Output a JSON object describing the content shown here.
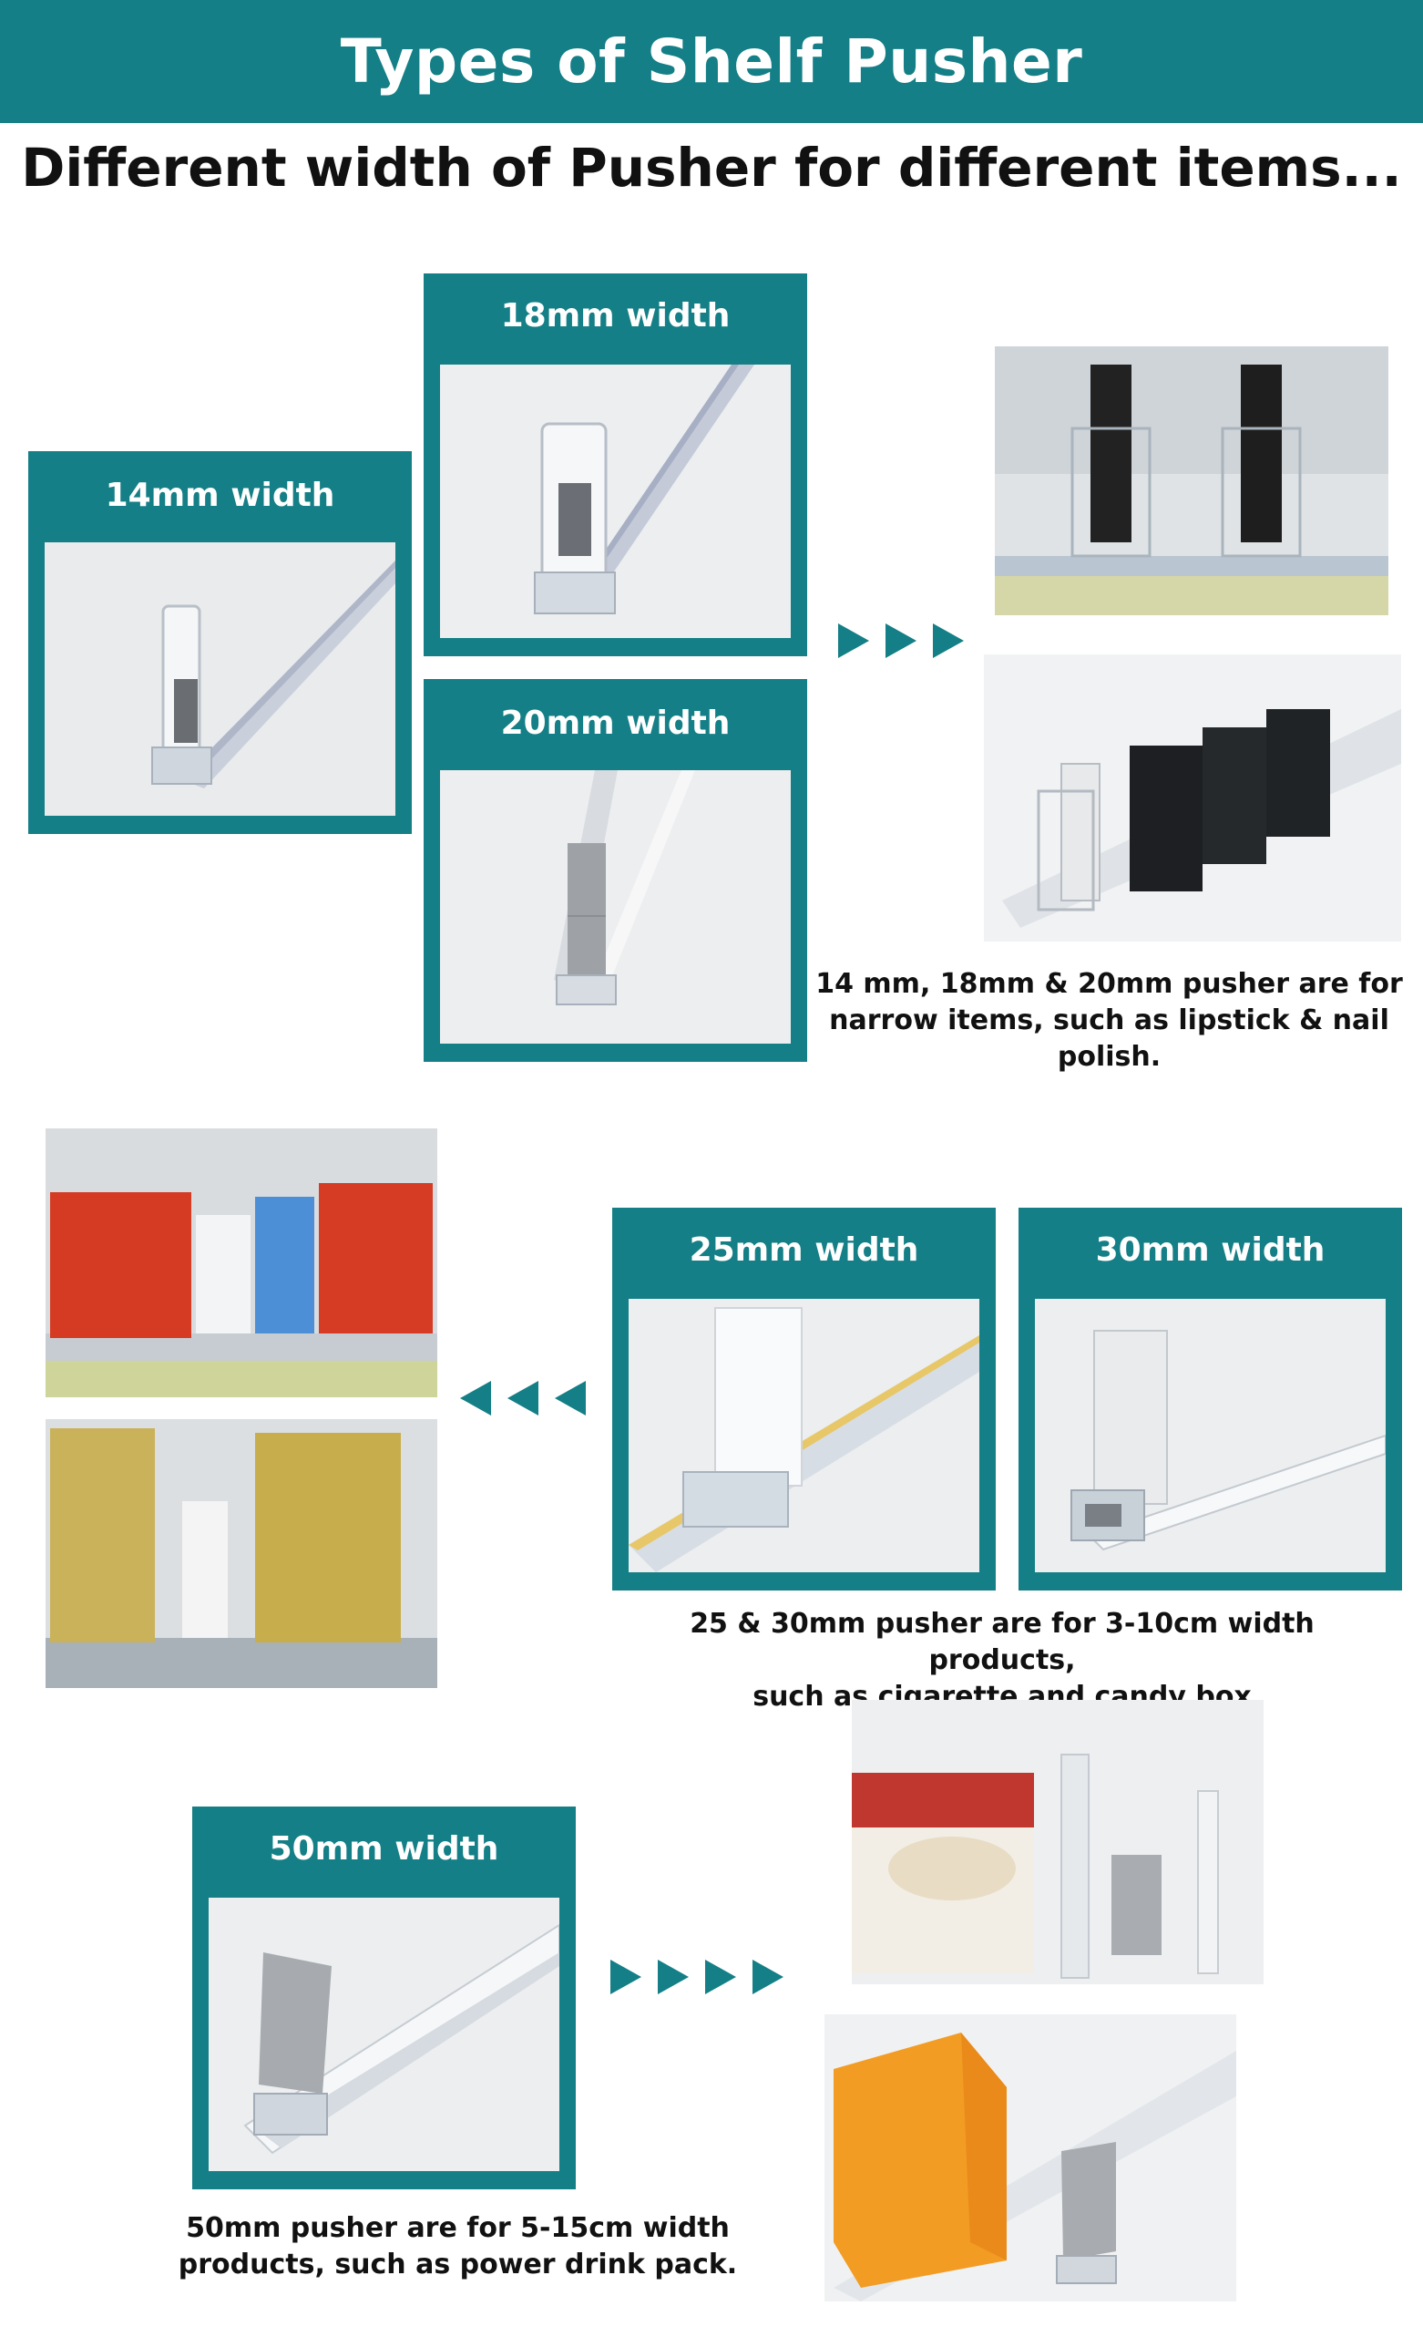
{
  "header": {
    "title": "Types of Shelf Pusher"
  },
  "subtitle": "Different width of Pusher for different items...",
  "cards": {
    "w14": {
      "label": "14mm width"
    },
    "w18": {
      "label": "18mm width"
    },
    "w20": {
      "label": "20mm width"
    },
    "w25": {
      "label": "25mm width"
    },
    "w30": {
      "label": "30mm width"
    },
    "w50": {
      "label": "50mm width"
    }
  },
  "captions": {
    "narrow_line1": "14 mm, 18mm & 20mm pusher are for",
    "narrow_line2": "narrow items, such as lipstick & nail polish.",
    "medium_line1": "25 & 30mm pusher are for 3-10cm width products,",
    "medium_line2": "such as cigarette and candy box",
    "wide_line1": "50mm pusher are for 5-15cm width",
    "wide_line2": "products, such as power drink pack."
  },
  "icons": {
    "arrow_right": "arrow-right-icon",
    "arrow_left": "arrow-left-icon"
  },
  "colors": {
    "accent": "#147f86",
    "panel_bg": "#eceeef",
    "text": "#111111"
  }
}
